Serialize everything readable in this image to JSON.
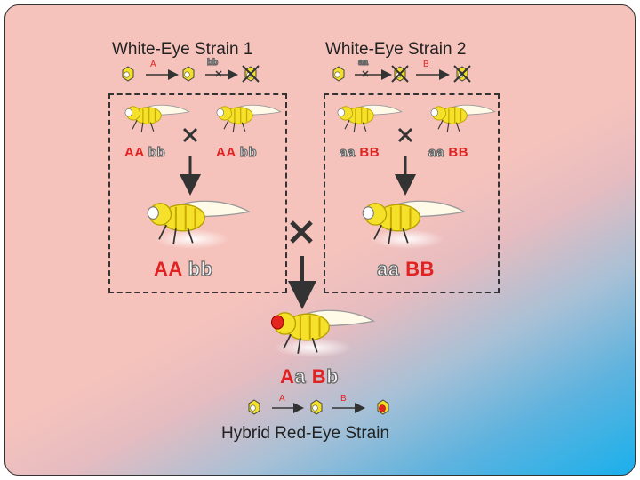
{
  "strain1": {
    "title": "White-Eye Strain 1",
    "pathway": {
      "step1": "A",
      "step2": "bb"
    },
    "parent_left": {
      "A": "AA",
      "b": "bb"
    },
    "parent_right": {
      "A": "AA",
      "b": "bb"
    },
    "offspring": {
      "A": "AA",
      "b": "bb"
    }
  },
  "strain2": {
    "title": "White-Eye Strain 2",
    "pathway": {
      "step1": "aa",
      "step2": "B"
    },
    "parent_left": {
      "a": "aa",
      "B": "BB"
    },
    "parent_right": {
      "a": "aa",
      "B": "BB"
    },
    "offspring": {
      "a": "aa",
      "B": "BB"
    }
  },
  "hybrid": {
    "title": "Hybrid Red-Eye Strain",
    "geno": {
      "A": "A",
      "a": "a",
      "B": "B",
      "b": "b"
    },
    "pathway": {
      "step1": "A",
      "step2": "B"
    }
  },
  "colors": {
    "red": "#e02222",
    "fly_yellow": "#f6e12a",
    "eye_red": "#e4251f"
  }
}
